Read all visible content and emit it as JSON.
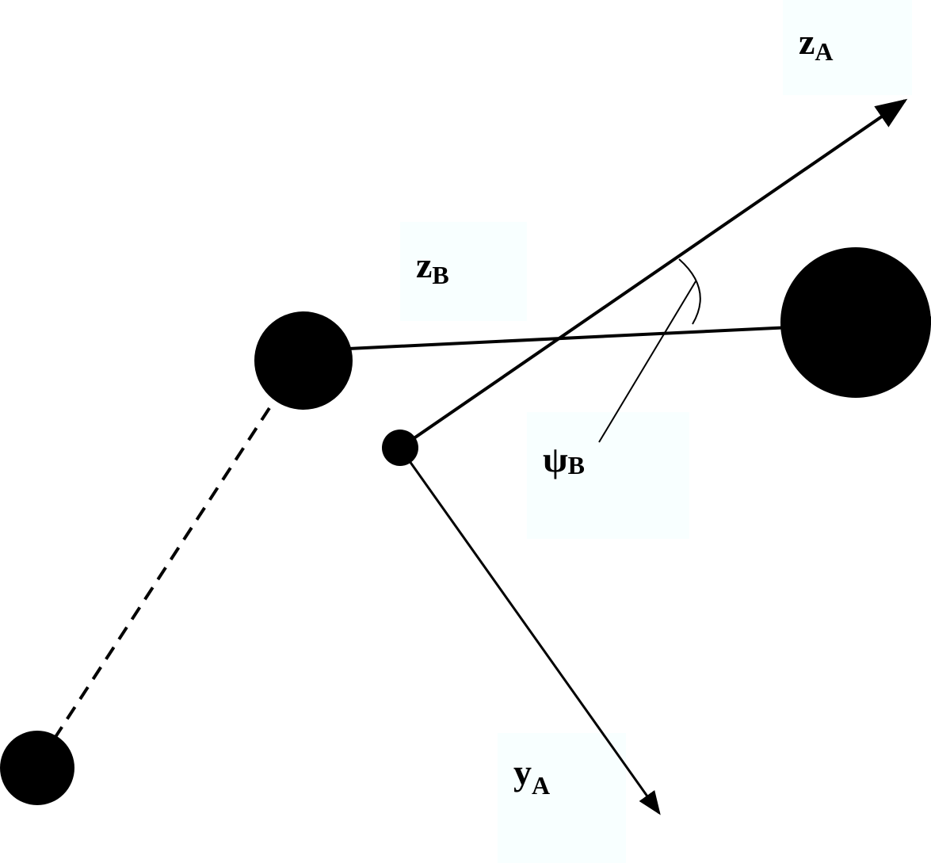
{
  "labels": {
    "z_A": {
      "main": "z",
      "sub": "A"
    },
    "z_B": {
      "main": "z",
      "sub": "B"
    },
    "psi_B": {
      "main": "ψ",
      "sub": "B"
    },
    "y_A": {
      "main": "y",
      "sub": "A"
    }
  },
  "colors": {
    "ink": "#000000",
    "label_bg": "#f8ffff"
  }
}
